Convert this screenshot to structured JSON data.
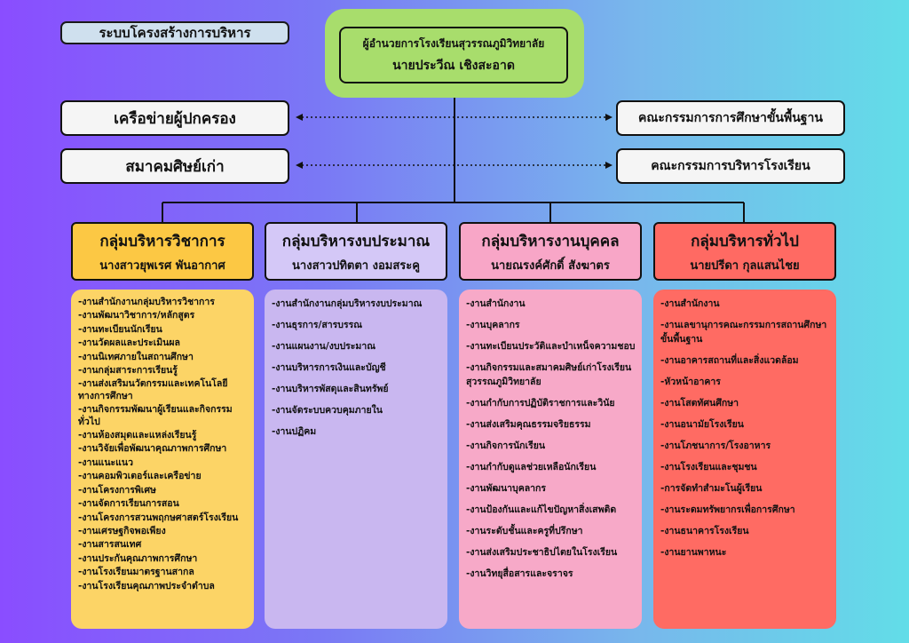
{
  "page_title": "ระบบโครงสร้างการบริหาร",
  "director": {
    "role": "ผู้อำนวยการโรงเรียนสุวรรณภูมิวิทยาลัย",
    "name": "นายประวีณ  เชิงสะอาด"
  },
  "left_boxes": [
    "เครือข่ายผู้ปกครอง",
    "สมาคมศิษย์เก่า"
  ],
  "right_boxes": [
    "คณะกรรมการการศึกษาขั้นพื้นฐาน",
    "คณะกรรมการบริหารโรงเรียน"
  ],
  "colors": {
    "academic_head": "#fcc844",
    "academic_body": "#fcd466",
    "budget_head": "#d4c8f7",
    "budget_body": "#c9b7f0",
    "personnel_head": "#f8a6c7",
    "personnel_body": "#f7a9c8",
    "general_head": "#ff6a63",
    "general_body": "#ff6b63"
  },
  "groups": [
    {
      "title": "กลุ่มบริหารวิชาการ",
      "leader": "นางสาวยุพเรศ  พันอากาศ",
      "tasks": [
        "-งานสำนักงานกลุ่มบริหารวิชาการ",
        "-งานพัฒนาวิชาการ/หลักสูตร",
        "-งานทะเบียนนักเรียน",
        "-งานวัดผลและประเมินผล",
        "-งานนิเทศภายในสถานศึกษา",
        "-งานกลุ่มสาระการเรียนรู้",
        "-งานส่งเสริมนวัตกรรมและเทคโนโลยีทางการศึกษา",
        "-งานกิจกรรมพัฒนาผู้เรียนและกิจกรรมทั่วไป",
        "-งานห้องสมุดและแหล่งเรียนรู้",
        "-งานวิจัยเพื่อพัฒนาคุณภาพการศึกษา",
        "-งานแนะแนว",
        "-งานคอมพิวเตอร์และเครือข่าย",
        "-งานโครงการพิเศษ",
        "-งานจัดการเรียนการสอน",
        "-งานโครงการสวนพฤกษศาสตร์โรงเรียน",
        "-งานเศรษฐกิจพอเพียง",
        "-งานสารสนเทศ",
        "-งานประกันคุณภาพการศึกษา",
        "-งานโรงเรียนมาตรฐานสากล",
        "-งานโรงเรียนคุณภาพประจำตำบล"
      ]
    },
    {
      "title": "กลุ่มบริหารงบประมาณ",
      "leader": "นางสาวปทิตตา  งอมสระคู",
      "tasks": [
        "-งานสำนักงานกลุ่มบริหารงบประมาณ",
        "-งานธุรการ/สารบรรณ",
        "-งานแผนงาน/งบประมาณ",
        "-งานบริหารการเงินและบัญชี",
        "-งานบริหารพัสดุและสินทรัพย์",
        "-งานจัดระบบควบคุมภายใน",
        "-งานปฏิคม"
      ]
    },
    {
      "title": "กลุ่มบริหารงานบุคคล",
      "leader": "นายณรงค์ศักดิ์  สังฆาตร",
      "tasks": [
        "-งานสำนักงาน",
        "-งานบุคลากร",
        "-งานทะเบียนประวัติและบำเหน็จความชอบ",
        "-งานกิจกรรมและสมาคมศิษย์เก่าโรงเรียนสุวรรณภูมิวิทยาลัย",
        "-งานกำกับการปฏิบัติราชการและวินัย",
        "-งานส่งเสริมคุณธรรมจริยธรรม",
        "-งานกิจการนักเรียน",
        "-งานกำกับดูแลช่วยเหลือนักเรียน",
        "-งานพัฒนาบุคลากร",
        "-งานป้องกันและแก้ไขปัญหาสิ่งเสพติด",
        "-งานระดับชั้นและครูที่ปรึกษา",
        "-งานส่งเสริมประชาธิปไตยในโรงเรียน",
        "-งานวิทยุสื่อสารและจราจร"
      ]
    },
    {
      "title": "กลุ่มบริหารทั่วไป",
      "leader": "นายปรีดา  กุลแสนไชย",
      "tasks": [
        "-งานสำนักงาน",
        "-งานเลขานุการคณะกรรมการสถานศึกษาขั้นพื้นฐาน",
        "-งานอาคารสถานที่และสิ่งแวดล้อม",
        "-หัวหน้าอาคาร",
        "-งานโสตทัศนศึกษา",
        "-งานอนามัยโรงเรียน",
        "-งานโภชนาการ/โรงอาหาร",
        "-งานโรงเรียนและชุมชน",
        "-การจัดทำสำมะโนผู้เรียน",
        "-งานระดมทรัพยากรเพื่อการศึกษา",
        "-งานธนาคารโรงเรียน",
        "-งานยานพาหนะ"
      ]
    }
  ]
}
